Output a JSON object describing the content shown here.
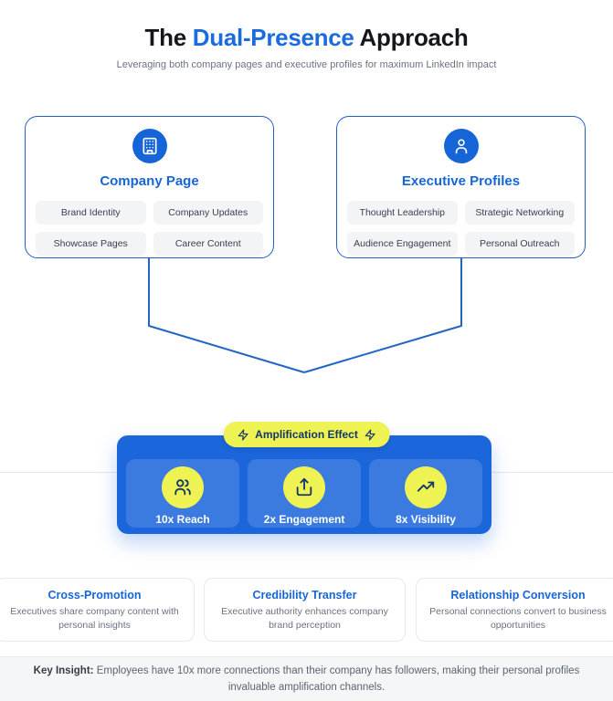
{
  "header": {
    "title_prefix": "The ",
    "title_highlight": "Dual-Presence",
    "title_suffix": " Approach",
    "subtitle": "Leveraging both company pages and executive profiles for maximum LinkedIn impact"
  },
  "cards": [
    {
      "title": "Company Page",
      "icon": "building-icon",
      "tags": [
        "Brand Identity",
        "Company Updates",
        "Showcase Pages",
        "Career Content"
      ]
    },
    {
      "title": "Executive Profiles",
      "icon": "person-icon",
      "tags": [
        "Thought Leadership",
        "Strategic Networking",
        "Audience Engagement",
        "Personal Outreach"
      ]
    }
  ],
  "amplification": {
    "badge_label": "Amplification Effect",
    "badge_icons": "lightning-icon",
    "metrics": [
      {
        "label": "10x Reach",
        "icon": "users-icon"
      },
      {
        "label": "2x Engagement",
        "icon": "share-icon"
      },
      {
        "label": "8x Visibility",
        "icon": "trending-up-icon"
      }
    ]
  },
  "benefits": [
    {
      "title": "Cross-Promotion",
      "description": "Executives share company content with personal insights"
    },
    {
      "title": "Credibility Transfer",
      "description": "Executive authority enhances company brand perception"
    },
    {
      "title": "Relationship Conversion",
      "description": "Personal connections convert to business opportunities"
    }
  ],
  "footer": {
    "label": "Key Insight:",
    "text": "Employees have 10x more connections than their company has followers, making their personal profiles invaluable amplification channels."
  },
  "colors": {
    "accent_blue": "#1766d9",
    "icon_circle_blue": "#1565d8",
    "box_blue": "#1b66da",
    "badge_yellow": "#eef253",
    "dark_blue_text": "#15366b",
    "text_dark": "#15171c",
    "text_gray": "#6b7280"
  }
}
